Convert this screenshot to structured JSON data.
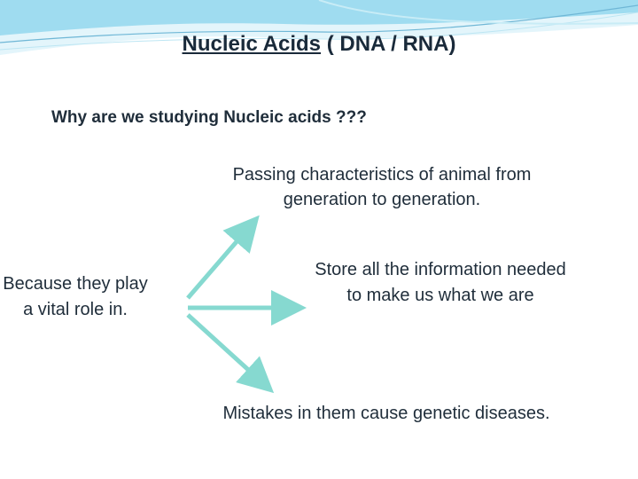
{
  "slide": {
    "title_main": "Nucleic Acids",
    "title_rest": " ( DNA / RNA)",
    "question": "Why are we studying Nucleic acids ???",
    "left_text": "Because they play a vital role in.",
    "branches": [
      "Passing characteristics of animal from generation to generation.",
      "Store all the information needed to make us what we are",
      "Mistakes in them cause genetic diseases."
    ]
  },
  "colors": {
    "arrow": "#86d9d0",
    "accent_wave": "#8fd4ea",
    "text": "#1f2d3a"
  }
}
